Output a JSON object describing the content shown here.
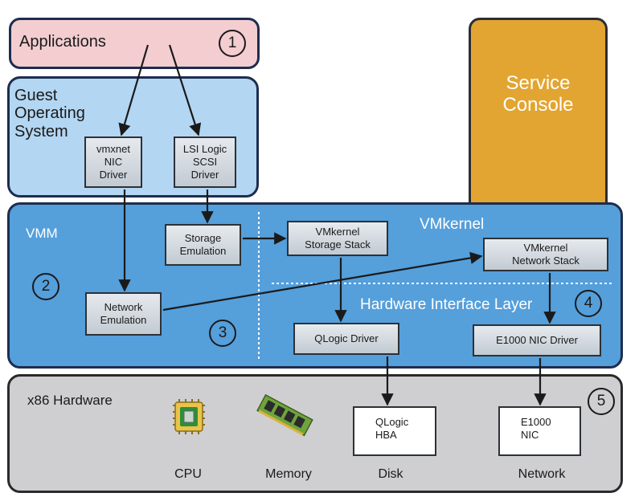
{
  "layers": {
    "applications": "Applications",
    "guest_os": "Guest\nOperating\nSystem",
    "vmm": "VMM",
    "vmkernel": "VMkernel",
    "hardware_interface": "Hardware Interface Layer",
    "x86_hardware": "x86 Hardware",
    "service_console": "Service\nConsole"
  },
  "components": {
    "vmxnet_driver": "vmxnet\nNIC\nDriver",
    "lsi_driver": "LSI Logic\nSCSI\nDriver",
    "storage_emulation": "Storage\nEmulation",
    "network_emulation": "Network\nEmulation",
    "vmkernel_storage_stack": "VMkernel\nStorage Stack",
    "vmkernel_network_stack": "VMkernel\nNetwork Stack",
    "qlogic_driver": "QLogic Driver",
    "e1000_driver": "E1000 NIC Driver",
    "qlogic_hba": "QLogic\nHBA",
    "e1000_nic": "E1000\nNIC"
  },
  "hardware_labels": {
    "cpu": "CPU",
    "memory": "Memory",
    "disk": "Disk",
    "network": "Network"
  },
  "steps": [
    "1",
    "2",
    "3",
    "4",
    "5"
  ],
  "colors": {
    "applications": "#f3cdd0",
    "guest_os": "#b3d6f2",
    "vmm": "#559fdb",
    "hardware": "#cfcfd1",
    "service_console": "#e3a531",
    "dark_border": "#1d2d4f"
  }
}
